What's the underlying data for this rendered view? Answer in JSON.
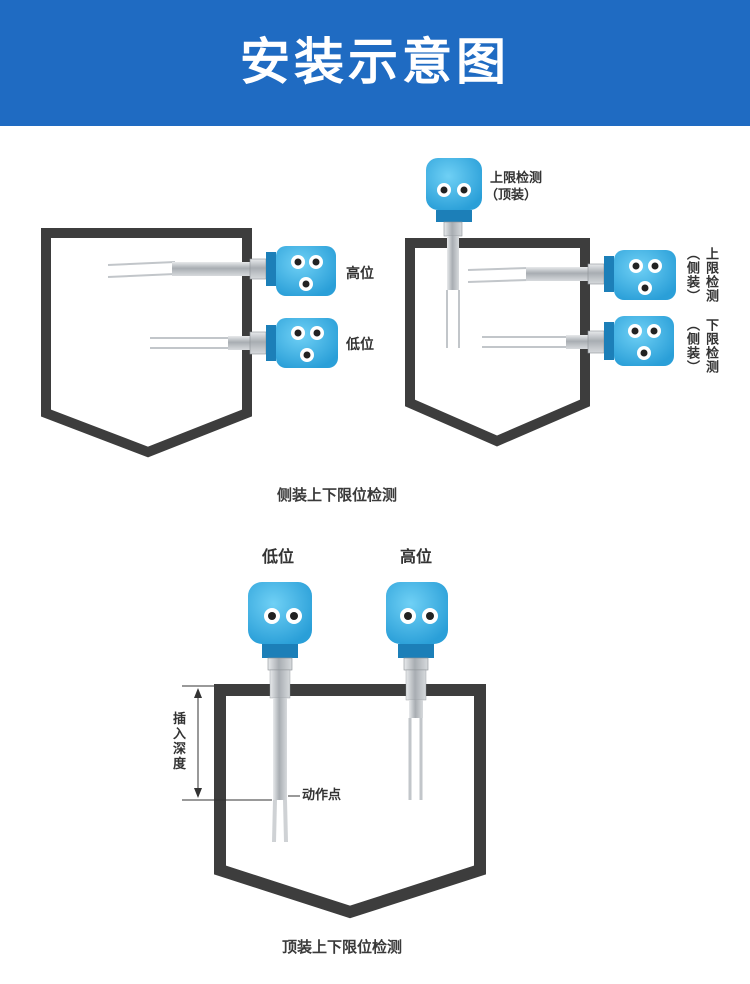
{
  "header": {
    "title": "安装示意图"
  },
  "side_mount": {
    "high_label": "高位",
    "low_label": "低位",
    "top_label_line1": "上限检测",
    "top_label_line2": "（顶装）",
    "upper_side_line1": "上限检测",
    "upper_side_line2": "（侧装）",
    "lower_side_line1": "下限检测",
    "lower_side_line2": "（侧装）",
    "caption": "侧装上下限位检测"
  },
  "top_mount": {
    "low_label": "低位",
    "high_label": "高位",
    "depth_label": "插入深度",
    "action_point_label": "动作点",
    "caption": "顶装上下限位检测"
  },
  "colors": {
    "banner": "#1f6bc2",
    "housing": "#3ab3e8",
    "tank_wall": "#3d3d3d",
    "steel": "#b8bcc0"
  }
}
